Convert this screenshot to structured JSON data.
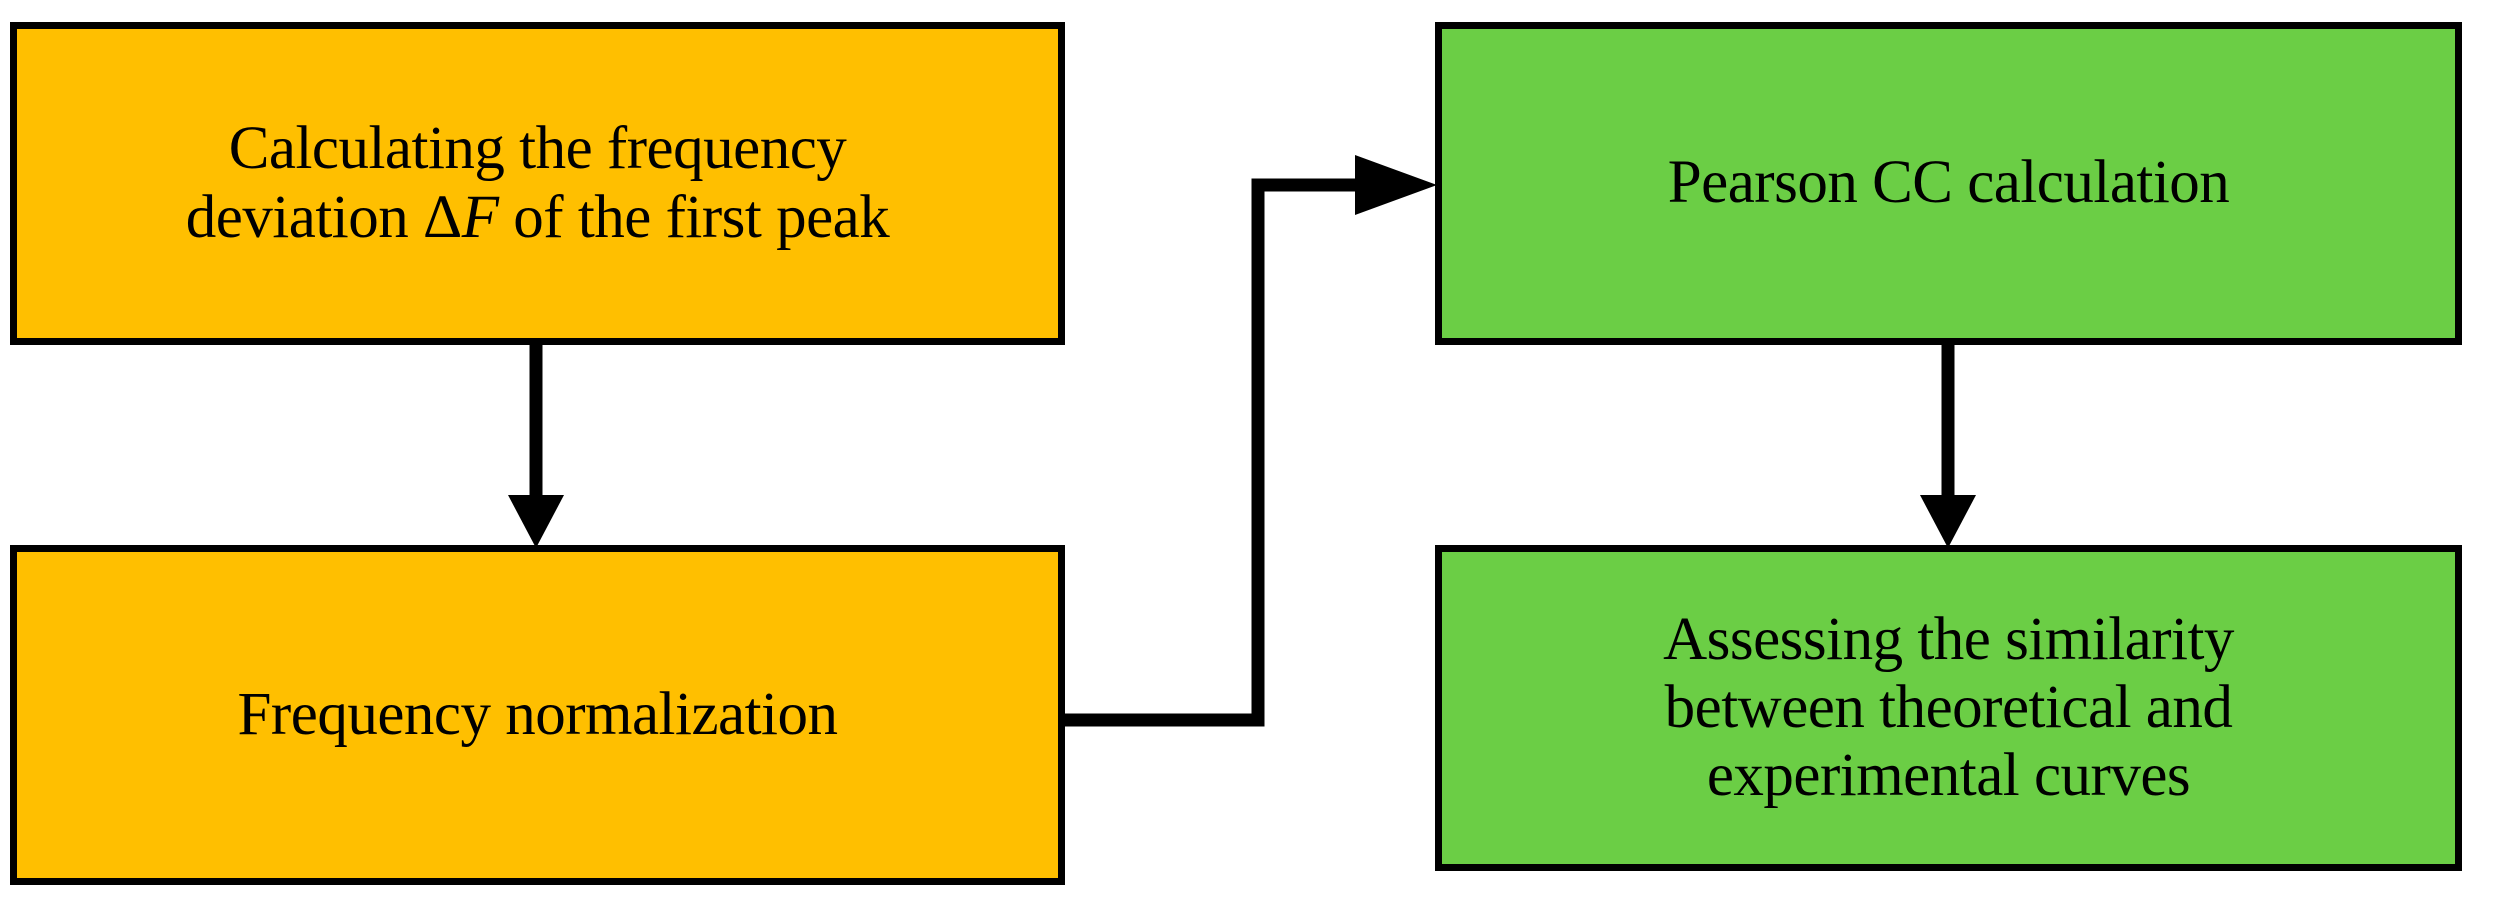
{
  "diagram": {
    "type": "flowchart",
    "orientation": "two-column",
    "background_color": "#FFFFFF",
    "colors": {
      "orange_fill": "#FFBF00",
      "green_fill": "#6BCE45",
      "border": "#000000",
      "text": "#000000",
      "connector": "#000000"
    },
    "nodes": [
      {
        "id": "calc-deviation",
        "fill": "#FFBF00",
        "lines": [
          "Calculating the frequency",
          "deviation ΔF of the first peak"
        ],
        "line1": "Calculating the frequency",
        "line2_pre": "deviation ",
        "line2_delta": "Δ",
        "line2_var": "F",
        "line2_post": " of the first peak"
      },
      {
        "id": "freq-normalization",
        "fill": "#FFBF00",
        "lines": [
          "Frequency normalization"
        ],
        "line1": "Frequency normalization"
      },
      {
        "id": "pearson-cc",
        "fill": "#6BCE45",
        "lines": [
          "Pearson CC calculation"
        ],
        "line1": "Pearson CC calculation"
      },
      {
        "id": "assess-similarity",
        "fill": "#6BCE45",
        "lines": [
          "Assessing the similarity",
          "between theoretical and",
          "experimental curves"
        ],
        "line1": "Assessing the similarity",
        "line2": "between theoretical and",
        "line3": "experimental curves"
      }
    ],
    "edges": [
      {
        "id": "edge-calc-to-normalization",
        "from": "calc-deviation",
        "to": "freq-normalization",
        "style": "straight-vertical",
        "arrowhead": "filled-triangle"
      },
      {
        "id": "edge-normalization-to-pearson",
        "from": "freq-normalization",
        "to": "pearson-cc",
        "style": "elbow",
        "arrowhead": "filled-triangle"
      },
      {
        "id": "edge-pearson-to-assess",
        "from": "pearson-cc",
        "to": "assess-similarity",
        "style": "straight-vertical",
        "arrowhead": "filled-triangle"
      }
    ]
  }
}
